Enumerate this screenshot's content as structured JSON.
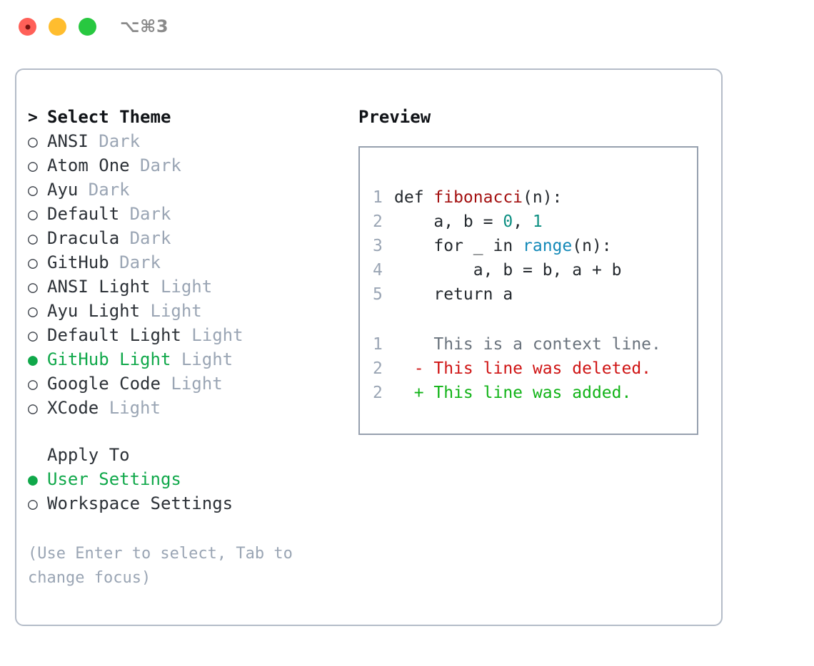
{
  "titlebar": {
    "shortcut": "⌥⌘3",
    "buttons": [
      {
        "name": "close",
        "color": "#ff6058"
      },
      {
        "name": "minimize",
        "color": "#ffbd2e"
      },
      {
        "name": "maximize",
        "color": "#28c840"
      }
    ]
  },
  "theme_picker": {
    "heading_marker": ">",
    "heading": "Select Theme",
    "marker_unselected": "○",
    "marker_selected": "●",
    "items": [
      {
        "name": "ANSI",
        "variant": "Dark",
        "selected": false
      },
      {
        "name": "Atom One",
        "variant": "Dark",
        "selected": false
      },
      {
        "name": "Ayu",
        "variant": "Dark",
        "selected": false
      },
      {
        "name": "Default",
        "variant": "Dark",
        "selected": false
      },
      {
        "name": "Dracula",
        "variant": "Dark",
        "selected": false
      },
      {
        "name": "GitHub",
        "variant": "Dark",
        "selected": false
      },
      {
        "name": "ANSI Light",
        "variant": "Light",
        "selected": false
      },
      {
        "name": "Ayu Light",
        "variant": "Light",
        "selected": false
      },
      {
        "name": "Default Light",
        "variant": "Light",
        "selected": false
      },
      {
        "name": "GitHub Light",
        "variant": "Light",
        "selected": true
      },
      {
        "name": "Google Code",
        "variant": "Light",
        "selected": false
      },
      {
        "name": "XCode",
        "variant": "Light",
        "selected": false
      }
    ]
  },
  "apply_to": {
    "heading": "Apply To",
    "items": [
      {
        "name": "User Settings",
        "selected": true
      },
      {
        "name": "Workspace Settings",
        "selected": false
      }
    ]
  },
  "hint": "(Use Enter to select, Tab to change focus)",
  "preview": {
    "title": "Preview",
    "code_lines": [
      {
        "no": "1",
        "segments": [
          {
            "t": "def ",
            "c": "kw"
          },
          {
            "t": "fibonacci",
            "c": "fn"
          },
          {
            "t": "(n):",
            "c": "plain"
          }
        ]
      },
      {
        "no": "2",
        "segments": [
          {
            "t": "    a, b = ",
            "c": "plain"
          },
          {
            "t": "0",
            "c": "num"
          },
          {
            "t": ", ",
            "c": "plain"
          },
          {
            "t": "1",
            "c": "num"
          }
        ]
      },
      {
        "no": "3",
        "segments": [
          {
            "t": "    for _ in ",
            "c": "plain"
          },
          {
            "t": "range",
            "c": "call"
          },
          {
            "t": "(n):",
            "c": "plain"
          }
        ]
      },
      {
        "no": "4",
        "segments": [
          {
            "t": "        a, b = b, a + b",
            "c": "plain"
          }
        ]
      },
      {
        "no": "5",
        "segments": [
          {
            "t": "    return a",
            "c": "plain"
          }
        ]
      }
    ],
    "diff_lines": [
      {
        "no": "1",
        "sign": " ",
        "text": "This is a context line.",
        "kind": "ctx"
      },
      {
        "no": "2",
        "sign": "-",
        "text": "This line was deleted.",
        "kind": "del"
      },
      {
        "no": "2",
        "sign": "+",
        "text": "This line was added.",
        "kind": "add"
      }
    ]
  },
  "colors": {
    "accent_green": "#10a84a",
    "muted": "#9aa5b4",
    "border": "#b4bcc8",
    "preview_border": "#96a0ae",
    "syntax_function": "#a31010",
    "syntax_number": "#0d8f82",
    "syntax_call": "#1389b8",
    "diff_add": "#11b317",
    "diff_delete": "#cf1414",
    "diff_context": "#6a737d"
  }
}
